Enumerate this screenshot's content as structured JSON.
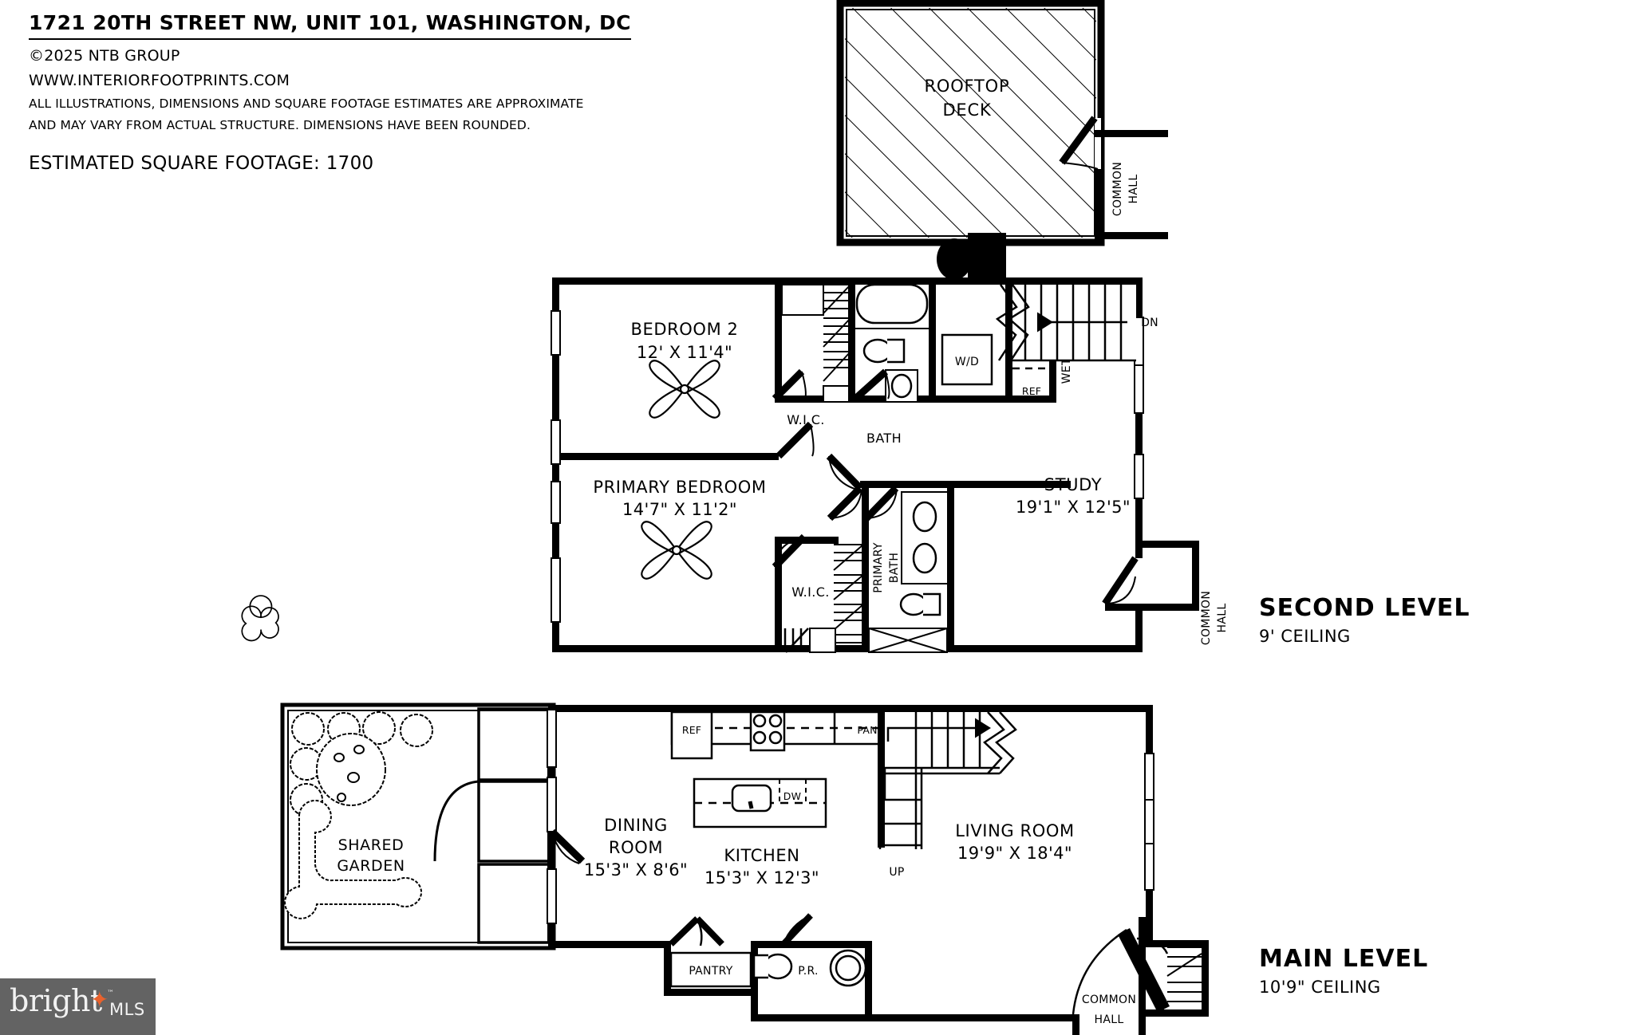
{
  "header": {
    "title": "1721 20TH STREET NW, UNIT 101, WASHINGTON, DC",
    "copyright": "©2025 NTB GROUP",
    "website": "WWW.INTERIORFOOTPRINTS.COM",
    "disclaimer_line1": "ALL ILLUSTRATIONS, DIMENSIONS AND SQUARE FOOTAGE ESTIMATES ARE APPROXIMATE",
    "disclaimer_line2": "AND MAY VARY FROM ACTUAL STRUCTURE. DIMENSIONS HAVE BEEN ROUNDED.",
    "square_footage": "ESTIMATED SQUARE FOOTAGE: 1700"
  },
  "levels": {
    "second": {
      "name": "SECOND LEVEL",
      "ceiling": "9' CEILING"
    },
    "main": {
      "name": "MAIN LEVEL",
      "ceiling": "10'9\" CEILING"
    }
  },
  "rooftop": {
    "label_line1": "ROOFTOP",
    "label_line2": "DECK",
    "common_hall_line1": "COMMON",
    "common_hall_line2": "HALL"
  },
  "second_level": {
    "bedroom2": {
      "name": "BEDROOM 2",
      "dim": "12' X 11'4\""
    },
    "primary_bedroom": {
      "name": "PRIMARY BEDROOM",
      "dim": "14'7\" X 11'2\""
    },
    "study": {
      "name": "STUDY",
      "dim": "19'1\" X 12'5\""
    },
    "wic_bed2": "W.I.C.",
    "wic_primary": "W.I.C.",
    "bath": "BATH",
    "primary_bath_line1": "PRIMARY",
    "primary_bath_line2": "BATH",
    "washer_dryer": "W/D",
    "refrigerator": "REF",
    "wet_bar": "WET BAR",
    "stairs_direction": "DN",
    "common_hall_line1": "COMMON",
    "common_hall_line2": "HALL"
  },
  "main_level": {
    "dining_room": {
      "name_line1": "DINING",
      "name_line2": "ROOM",
      "dim": "15'3\" X 8'6\""
    },
    "kitchen": {
      "name": "KITCHEN",
      "dim": "15'3\" X 12'3\""
    },
    "living_room": {
      "name": "LIVING ROOM",
      "dim": "19'9\" X 18'4\""
    },
    "shared_garden_line1": "SHARED",
    "shared_garden_line2": "GARDEN",
    "refrigerator": "REF",
    "pantry_upper": "PAN",
    "dishwasher": "DW",
    "pantry": "PANTRY",
    "powder_room": "P.R.",
    "stairs_direction": "UP",
    "common_hall_line1": "COMMON",
    "common_hall_line2": "HALL"
  },
  "logo": {
    "brand": "bright",
    "tm": "™",
    "mls": "MLS",
    "star": "✦",
    "bg_color": "#636363",
    "text_color": "#f2f2f2",
    "star_color": "#e8612c"
  }
}
